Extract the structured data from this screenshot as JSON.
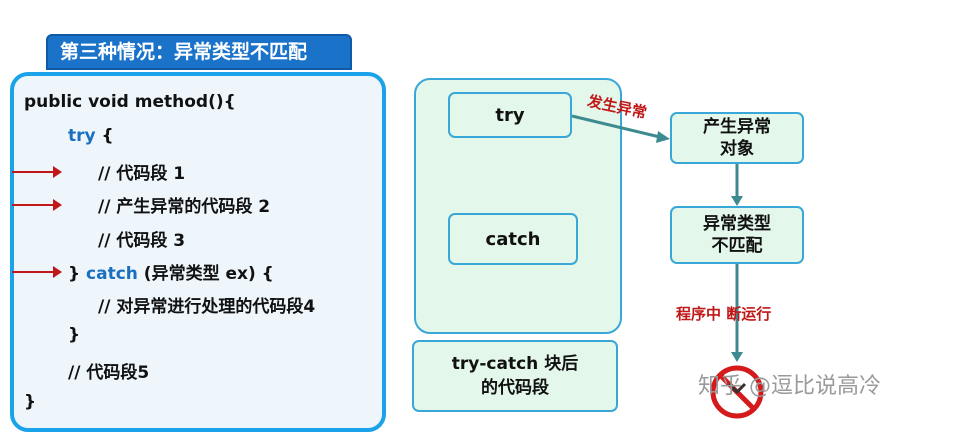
{
  "title": "第三种情况：异常类型不匹配",
  "code": {
    "line1": "public void method(){",
    "try_kw": "try",
    "try_brace": " {",
    "line3": "// 代码段 1",
    "line4": "// 产生异常的代码段 2",
    "line5": "// 代码段 3",
    "catch_pre": "} ",
    "catch_kw": "catch",
    "catch_post": " (异常类型 ex) {",
    "line7": "// 对异常进行处理的代码段4",
    "line8": "}",
    "line9": "// 代码段5",
    "line10": "}"
  },
  "flow": {
    "try_box": "try",
    "catch_box": "catch",
    "after_box": "try-catch 块后\n的代码段",
    "exception_label": "发生异常",
    "exception_object": "产生异常\n对象",
    "type_mismatch": "异常类型\n不匹配",
    "interrupt_label": "程序中  断运行"
  },
  "watermark": "知乎 @逗比说高冷",
  "colors": {
    "accent_blue": "#1a73c8",
    "panel_border": "#1aa3e8",
    "box_fill": "#e3f7ea",
    "box_border": "#39a7d8",
    "arrow_red": "#c01818",
    "connector": "#3d8a90"
  },
  "icons": [
    "stop-sign-icon",
    "arrow-right-icon"
  ]
}
